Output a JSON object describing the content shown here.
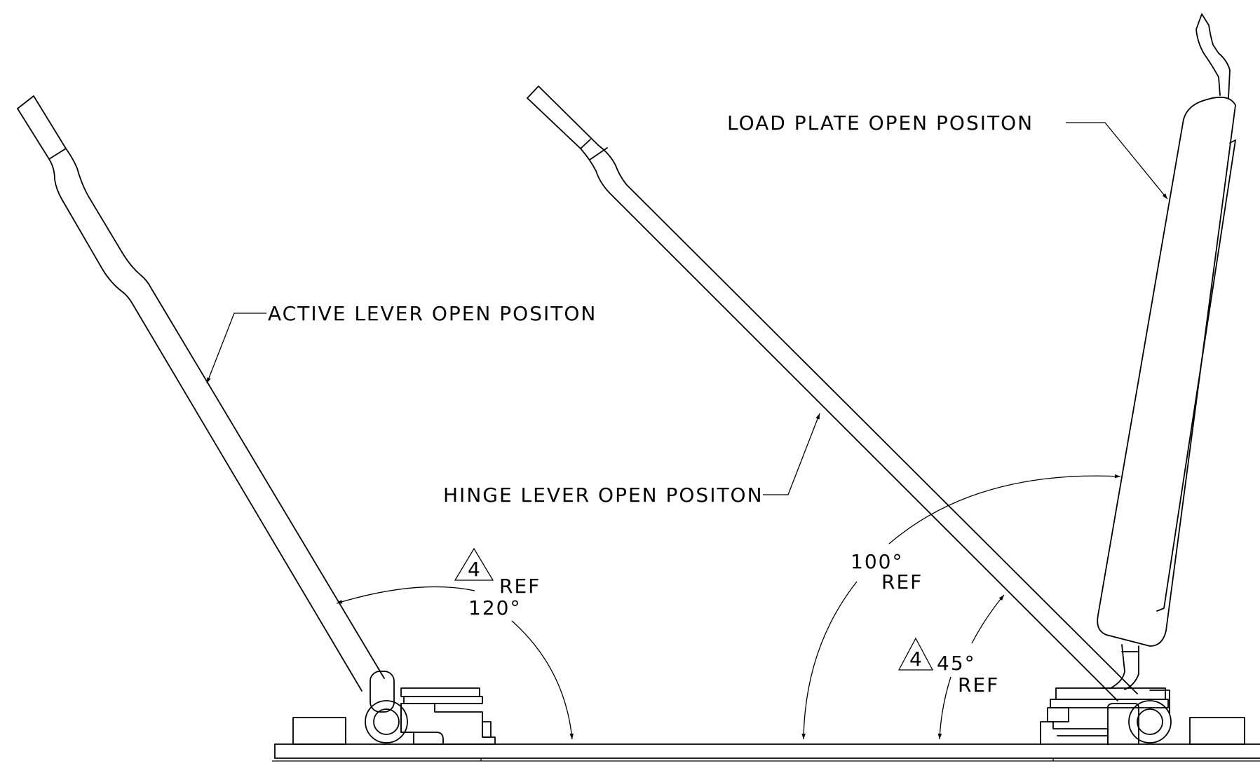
{
  "labels": {
    "active_lever": "ACTIVE LEVER OPEN POSITON",
    "load_plate": "LOAD PLATE OPEN POSITON",
    "hinge_lever": "HINGE LEVER OPEN POSITON"
  },
  "dimensions": {
    "angle_120": {
      "note_number": "4",
      "ref": "REF",
      "value": "120°"
    },
    "angle_100": {
      "value": "100°",
      "ref": "REF"
    },
    "angle_45": {
      "note_number": "4",
      "value": "45°",
      "ref": "REF"
    }
  },
  "colors": {
    "ink": "#000000",
    "background": "#ffffff"
  }
}
